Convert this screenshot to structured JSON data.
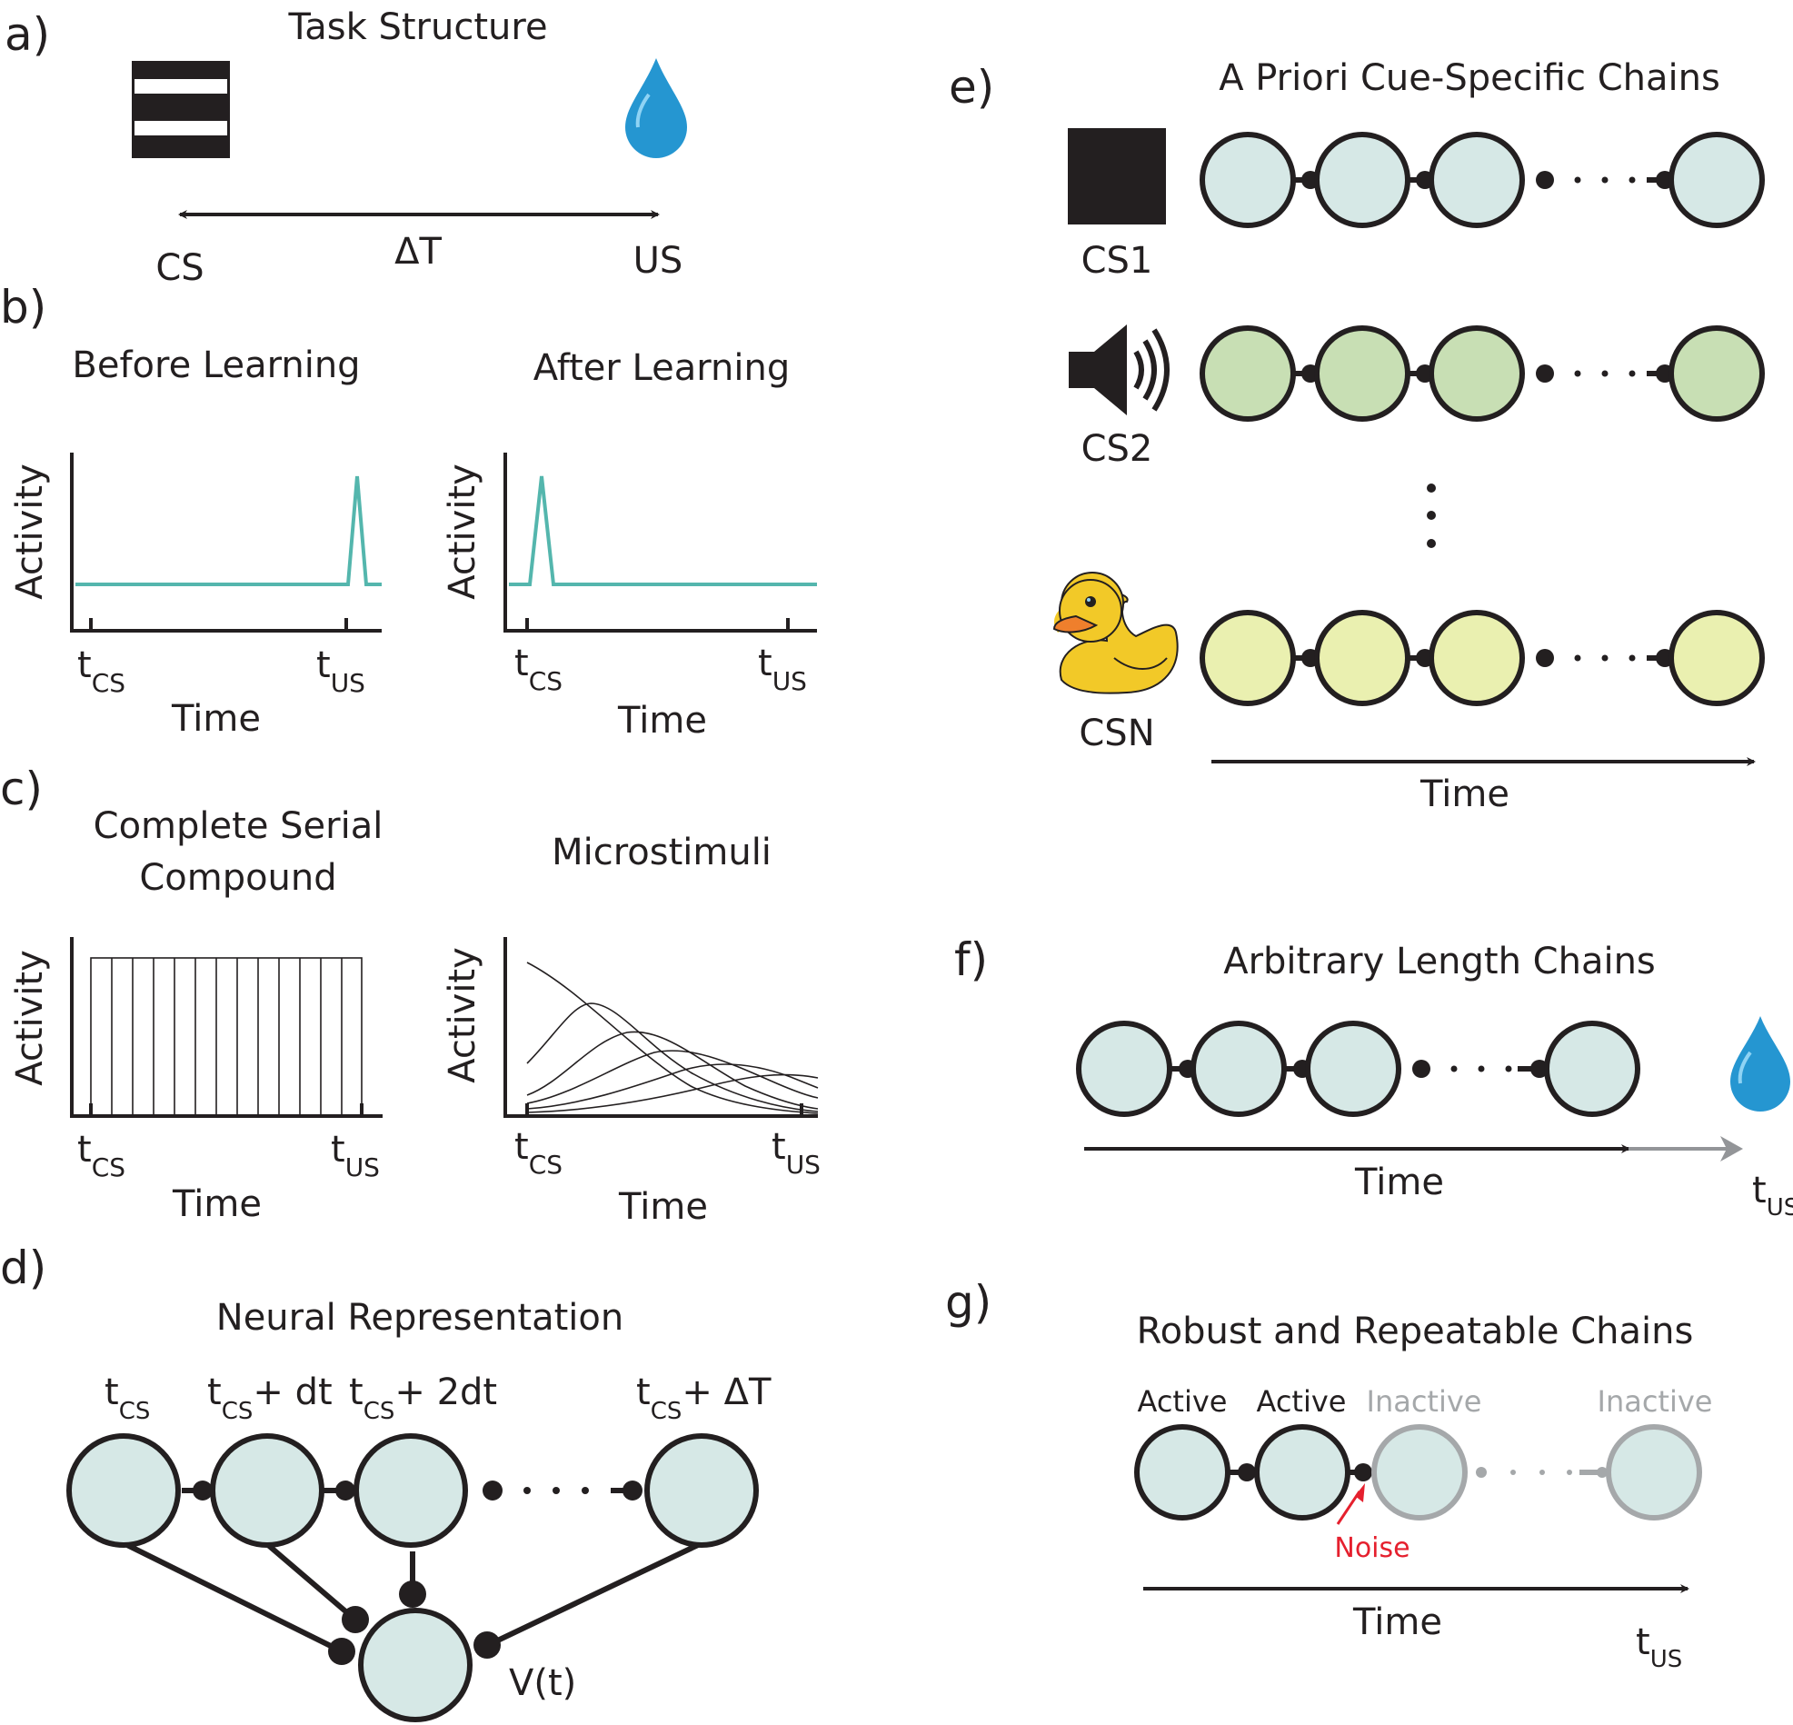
{
  "panels": {
    "a": {
      "letter": "a)",
      "title": "Task Structure",
      "cs": "CS",
      "us": "US",
      "delta": "ΔT"
    },
    "b": {
      "letter": "b)",
      "title_left": "Before Learning",
      "title_right": "After Learning",
      "ylabel": "Activity",
      "xlabel": "Time",
      "t": "t",
      "cs": "CS",
      "us": "US"
    },
    "c": {
      "letter": "c)",
      "title_left_line1": "Complete Serial",
      "title_left_line2": "Compound",
      "title_right": "Microstimuli",
      "ylabel": "Activity",
      "xlabel": "Time",
      "t": "t",
      "cs": "CS",
      "us": "US"
    },
    "d": {
      "letter": "d)",
      "title": "Neural Representation",
      "t": "t",
      "cs": "CS",
      "plus_dt": "+ dt",
      "plus_2dt": "+ 2dt",
      "plus_dT": "+ ΔT",
      "output": "V(t)"
    },
    "e": {
      "letter": "e)",
      "title": "A Priori Cue-Specific Chains",
      "cs1": "CS1",
      "cs2": "CS2",
      "csn": "CSN",
      "xlabel": "Time"
    },
    "f": {
      "letter": "f)",
      "title": "Arbitrary Length Chains",
      "xlabel": "Time",
      "t": "t",
      "us": "US"
    },
    "g": {
      "letter": "g)",
      "title": "Robust and Repeatable Chains",
      "active": "Active",
      "inactive": "Inactive",
      "noise": "Noise",
      "xlabel": "Time",
      "t": "t",
      "us": "US"
    }
  },
  "colors": {
    "node": "#d6e8e6",
    "green": "#c8dfb4",
    "yellow": "#eaf0b0",
    "trace": "#54b6ad",
    "drop": "#2596d1",
    "noise": "#e5202e",
    "inactive": "#a5a8aa",
    "ink": "#231f20"
  }
}
